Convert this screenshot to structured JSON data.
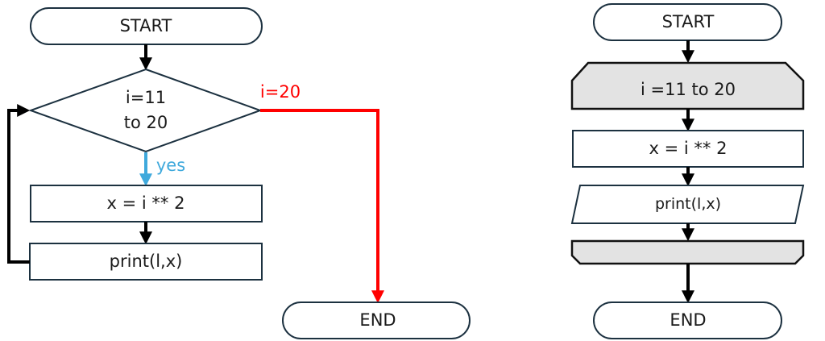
{
  "left_flowchart": {
    "start": "START",
    "condition_line1": "i=11",
    "condition_line2": "to 20",
    "yes_label": "yes",
    "exit_label": "i=20",
    "process": "x = i ** 2",
    "output": "print(l,x)",
    "end": "END"
  },
  "right_flowchart": {
    "start": "START",
    "loop_start": "i =11 to 20",
    "process": "x = i ** 2",
    "output": "print(l,x)",
    "end": "END"
  },
  "colors": {
    "yes": "#3fa9dc",
    "exit": "#ff0000",
    "loop_fill": "#e3e3e3"
  }
}
